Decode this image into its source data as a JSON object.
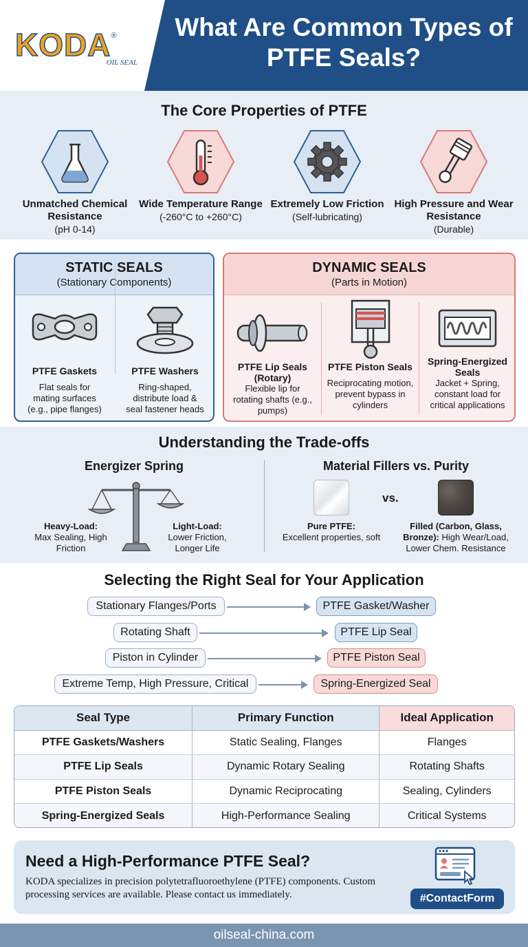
{
  "header": {
    "logo_text": "KODA",
    "logo_mark": "®",
    "logo_sub": "OIL SEAL",
    "title": "What Are Common Types of PTFE Seals?"
  },
  "core": {
    "title": "The Core Properties of PTFE",
    "items": [
      {
        "line1": "Unmatched Chemical Resistance",
        "line2": "(pH 0-14)",
        "icon": "flask-icon"
      },
      {
        "line1": "Wide Temperature Range",
        "line2": "(-260°C to +260°C)",
        "icon": "thermometer-icon"
      },
      {
        "line1": "Extremely Low Friction",
        "line2": "(Self-lubricating)",
        "icon": "gear-icon"
      },
      {
        "line1": "High Pressure and Wear Resistance",
        "line2": "(Durable)",
        "icon": "piston-icon"
      }
    ]
  },
  "static_seals": {
    "title": "STATIC SEALS",
    "subtitle": "(Stationary Components)",
    "items": [
      {
        "name": "PTFE Gaskets",
        "desc": "Flat seals for mating surfaces (e.g., pipe flanges)"
      },
      {
        "name": "PTFE Washers",
        "desc": "Ring-shaped, distribute load & seal fastener heads"
      }
    ]
  },
  "dynamic_seals": {
    "title": "DYNAMIC SEALS",
    "subtitle": "(Parts in Motion)",
    "items": [
      {
        "name": "PTFE Lip Seals (Rotary)",
        "desc": "Flexible lip for rotating shafts (e.g., pumps)"
      },
      {
        "name": "PTFE Piston Seals",
        "desc": "Reciprocating motion, prevent bypass in cylinders"
      },
      {
        "name": "Spring-Energized Seals",
        "desc": "Jacket + Spring, constant load for critical applications"
      }
    ]
  },
  "tradeoffs": {
    "title": "Understanding the Trade-offs",
    "spring": {
      "title": "Energizer Spring",
      "heavy_label": "Heavy-Load:",
      "heavy_desc": "Max Sealing, High Friction",
      "light_label": "Light-Load:",
      "light_desc": "Lower Friction, Longer Life"
    },
    "fillers": {
      "title": "Material Fillers vs. Purity",
      "vs": "vs.",
      "pure_label": "Pure PTFE:",
      "pure_desc": "Excellent properties, soft",
      "filled_label": "Filled (Carbon, Glass, Bronze):",
      "filled_desc": "High Wear/Load, Lower Chem. Resistance"
    }
  },
  "selection": {
    "title": "Selecting the Right Seal for Your Application",
    "rows": [
      {
        "need": "Stationary Flanges/Ports",
        "seal": "PTFE Gasket/Washer"
      },
      {
        "need": "Rotating Shaft",
        "seal": "PTFE Lip Seal"
      },
      {
        "need": "Piston in Cylinder",
        "seal": "PTFE Piston Seal"
      },
      {
        "need": "Extreme Temp, High Pressure, Critical",
        "seal": "Spring-Energized Seal"
      }
    ]
  },
  "table": {
    "headers": [
      "Seal Type",
      "Primary Function",
      "Ideal Application"
    ],
    "rows": [
      [
        "PTFE Gaskets/Washers",
        "Static Sealing, Flanges",
        "Flanges"
      ],
      [
        "PTFE Lip Seals",
        "Dynamic Rotary Sealing",
        "Rotating Shafts"
      ],
      [
        "PTFE Piston Seals",
        "Dynamic Reciprocating",
        "Sealing, Cylinders"
      ],
      [
        "Spring-Energized Seals",
        "High-Performance Sealing",
        "Critical Systems"
      ]
    ]
  },
  "cta": {
    "title": "Need a High-Performance PTFE Seal?",
    "body": "KODA specializes in precision polytetrafluoroethylene (PTFE) components. Custom processing services are available. Please contact us immediately.",
    "button": "#ContactForm"
  },
  "footer": {
    "url": "oilseal-china.com"
  },
  "colors": {
    "brand_blue": "#1f4f86",
    "logo_orange": "#f2a21b",
    "static_blue": "#2f5f95",
    "dynamic_red": "#d97a78",
    "band": "#e7eef6"
  }
}
